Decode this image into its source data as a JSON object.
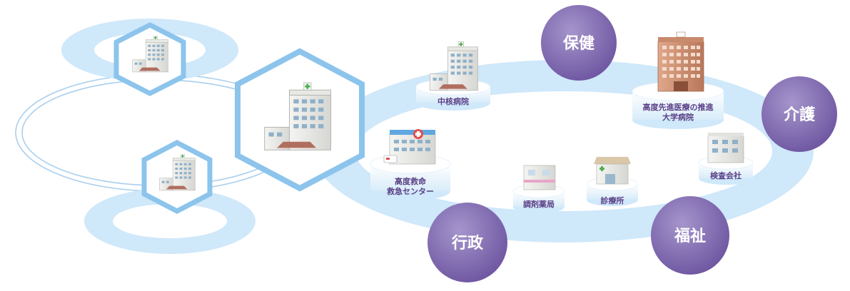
{
  "colors": {
    "ring_blue": "#cfe8fa",
    "ring_blue_dark": "#a9d3f2",
    "hex_stroke": "#8cc4ec",
    "circle_purple": "#7e66ad",
    "circle_purple_light": "#a595cc",
    "label_purple": "#5a3f86"
  },
  "circles": [
    {
      "id": "hoken",
      "label": "保健"
    },
    {
      "id": "kaigo",
      "label": "介護"
    },
    {
      "id": "gyosei",
      "label": "行政"
    },
    {
      "id": "fukushi",
      "label": "福祉"
    }
  ],
  "facilities": {
    "chukaku": "中核病院",
    "university_line1": "高度先進医療の推進",
    "university_line2": "大学病院",
    "emergency_line1": "高度救命",
    "emergency_line2": "救急センター",
    "pharmacy": "調剤薬局",
    "clinic": "診療所",
    "lab": "検査会社"
  },
  "icons": {
    "hospital": "hospital-building-icon",
    "tower": "tower-building-icon",
    "pharmacy": "pharmacy-shop-icon",
    "clinic": "clinic-house-icon",
    "lab": "lab-building-icon"
  }
}
